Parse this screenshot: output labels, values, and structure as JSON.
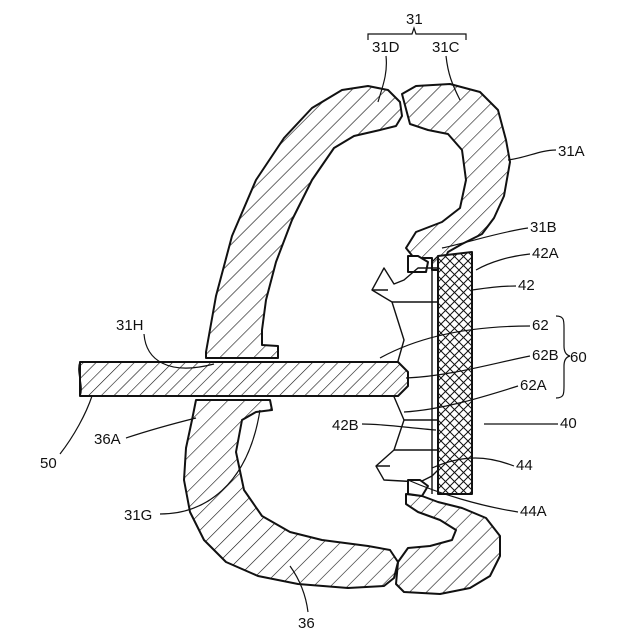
{
  "labels": {
    "l31": "31",
    "l31D": "31D",
    "l31C": "31C",
    "l31A": "31A",
    "l31B": "31B",
    "l42A": "42A",
    "l42": "42",
    "l62": "62",
    "l62B": "62B",
    "l60": "60",
    "l62A": "62A",
    "l40": "40",
    "l42B": "42B",
    "l44": "44",
    "l44A": "44A",
    "l31H": "31H",
    "l36A": "36A",
    "l50": "50",
    "l31G": "31G",
    "l36": "36"
  }
}
